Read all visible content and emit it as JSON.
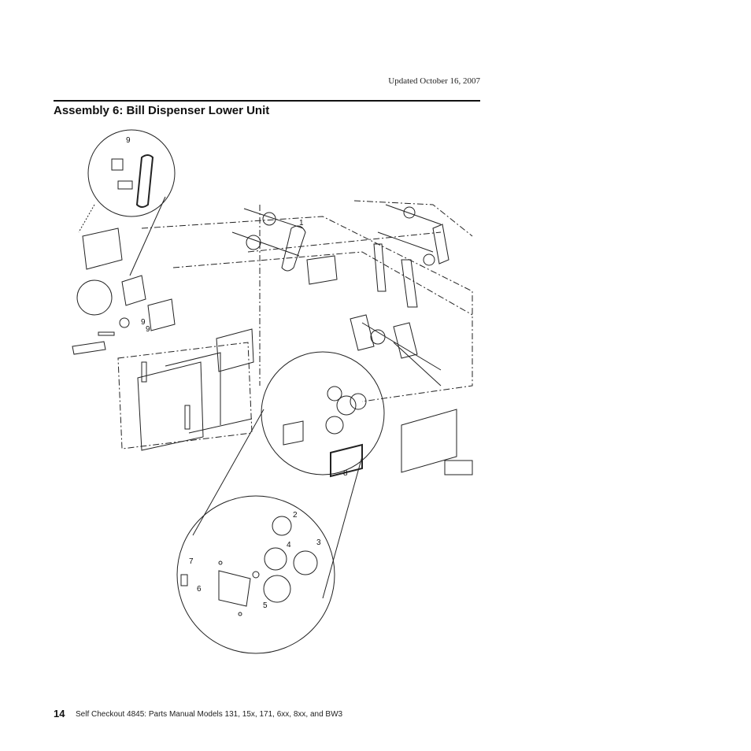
{
  "header": {
    "updated": "Updated October 16, 2007"
  },
  "section": {
    "title": "Assembly 6: Bill Dispenser Lower Unit"
  },
  "figure": {
    "callouts": [
      "1",
      "2",
      "3",
      "4",
      "5",
      "6",
      "7",
      "8",
      "9",
      "9",
      "9"
    ]
  },
  "footer": {
    "page_number": "14",
    "text": "Self Checkout 4845:  Parts Manual Models 131, 15x, 171, 6xx, 8xx, and BW3"
  }
}
